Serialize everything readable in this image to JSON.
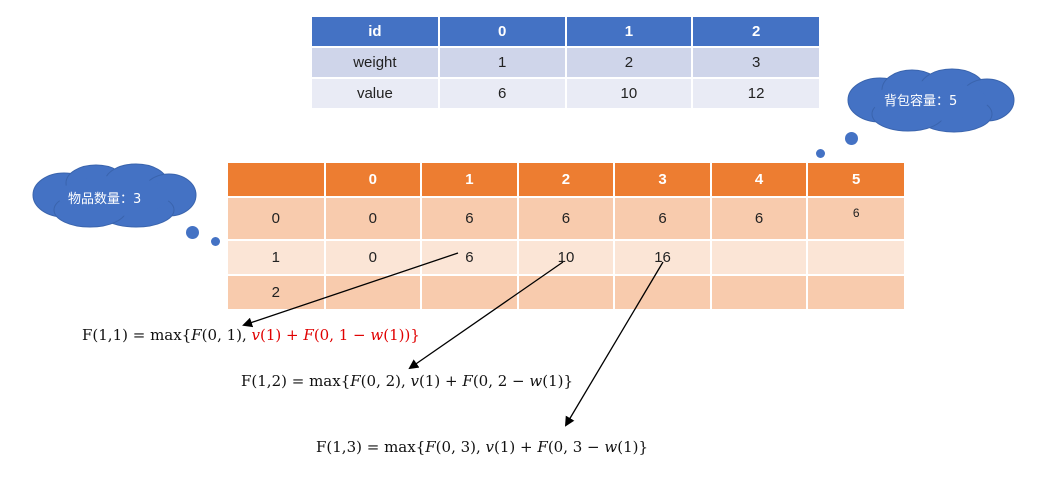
{
  "items_table": {
    "header": [
      "id",
      "0",
      "1",
      "2"
    ],
    "rows": [
      [
        "weight",
        "1",
        "2",
        "3"
      ],
      [
        "value",
        "6",
        "10",
        "12"
      ]
    ]
  },
  "capacity_cloud": {
    "text": "背包容量：5"
  },
  "count_cloud": {
    "text": "物品数量：3"
  },
  "dp_table": {
    "header": [
      "",
      "0",
      "1",
      "2",
      "3",
      "4",
      "5"
    ],
    "rows": [
      [
        "0",
        "0",
        "6",
        "6",
        "6",
        "6",
        "6"
      ],
      [
        "1",
        "0",
        "6",
        "10",
        "16",
        "",
        ""
      ],
      [
        "2",
        "",
        "",
        "",
        "",
        "",
        ""
      ]
    ]
  },
  "formulas": {
    "f11": {
      "lhs": "F(1,1) =  max{",
      "a": "F",
      "b": "(0, 1), ",
      "red_v": "v",
      "red_b": "(1) + ",
      "red_F": "F",
      "red_c": "(0, 1 − ",
      "red_w": "w",
      "red_d": "(1))}"
    },
    "f12": {
      "lhs": "F(1,2) =  max{",
      "a": "F",
      "b": "(0, 2), ",
      "v": "v",
      "c": "(1) + ",
      "F": "F",
      "d": "(0, 2 − ",
      "w": "w",
      "e": "(1)}"
    },
    "f13": {
      "lhs": "F(1,3) =  max{",
      "a": "F",
      "b": "(0, 3), ",
      "v": "v",
      "c": "(1) + ",
      "F": "F",
      "d": "(0, 3 − ",
      "w": "w",
      "e": "(1)}"
    }
  },
  "colors": {
    "items_header": "#4472c4",
    "dp_header": "#ed7d31",
    "cloud": "#4472c4",
    "highlight": "#e00000"
  }
}
